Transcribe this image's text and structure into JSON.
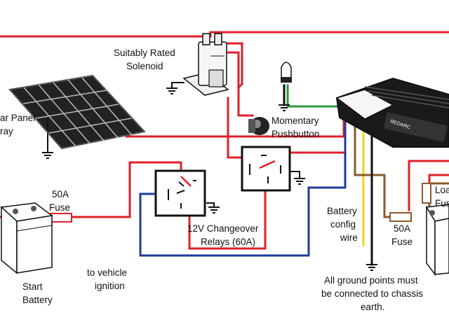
{
  "labels": {
    "solenoid_line1": "Suitably Rated",
    "solenoid_line2": "Solenoid",
    "solar_line1": "ar Panel",
    "solar_line2": "ray",
    "momentary_line1": "Momentary",
    "momentary_line2": "Pushbutton",
    "fuse_left_line1": "50A",
    "fuse_left_line2": "Fuse",
    "relays_line1": "12V Changeover",
    "relays_line2": "Relays (60A)",
    "config_line1": "Battery",
    "config_line2": "config",
    "config_line3": "wire",
    "fuse_right_line1": "50A",
    "fuse_right_line2": "Fuse",
    "load_line1": "Loa",
    "load_line2": "Fus",
    "ignition_line1": "to vehicle",
    "ignition_line2": "ignition",
    "start_line1": "Start",
    "start_line2": "Battery",
    "ground_line1": "All ground points must",
    "ground_line2": "be connected to chassis",
    "ground_line3": "earth.",
    "charger_brand": "REDARC"
  },
  "colors": {
    "positive_wire": "#e0202a",
    "ignition_wire": "#1f3b9b",
    "config_wire": "#f2d21a",
    "ground_wire": "#111111",
    "green_wire": "#2a9a3a",
    "brown_wire": "#8a5a2b"
  }
}
